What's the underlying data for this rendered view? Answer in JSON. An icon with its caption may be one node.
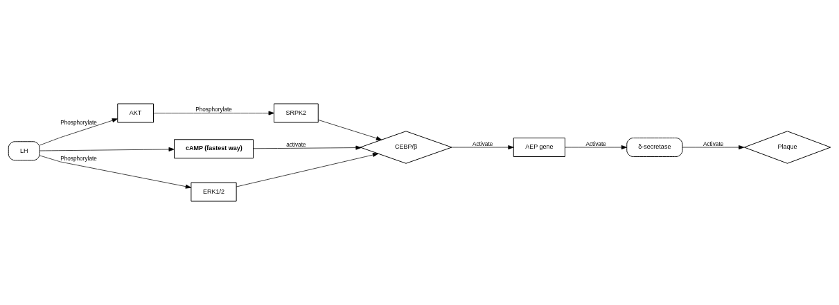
{
  "diagram": {
    "nodes": [
      {
        "text": [
          "LH"
        ]
      },
      {
        "text": [
          "AKT"
        ]
      },
      {
        "text": [
          "SRPK2"
        ]
      },
      {
        "text": [
          "cAMP (fastest way)"
        ]
      },
      {
        "text": [
          "ERK1/2"
        ]
      },
      {
        "text": [
          "CEBP/β"
        ]
      },
      {
        "text": [
          "AEP gene"
        ]
      },
      {
        "text": [
          "δ-secretase"
        ]
      },
      {
        "text": [
          "Plaque"
        ]
      }
    ],
    "edges": [
      {
        "from": 0,
        "to": 1,
        "arrow": "to",
        "label": "Phosphorylate"
      },
      {
        "from": 0,
        "to": 3,
        "arrow": "to"
      },
      {
        "from": 0,
        "to": 4,
        "arrow": "to",
        "label": "Phosphorylate"
      },
      {
        "from": 1,
        "to": 2,
        "arrow": "to",
        "label": "Phosphorylate"
      },
      {
        "from": 2,
        "to": 5,
        "arrow": "to"
      },
      {
        "from": 3,
        "to": 5,
        "arrow": "to",
        "label": "activate"
      },
      {
        "from": 4,
        "to": 5,
        "arrow": "to"
      },
      {
        "from": 5,
        "to": 6,
        "arrow": "to",
        "label": "Activate"
      },
      {
        "from": 6,
        "to": 7,
        "arrow": "to",
        "label": "Activate"
      },
      {
        "from": 7,
        "to": 8,
        "arrow": "to",
        "label": "Activate"
      }
    ]
  }
}
